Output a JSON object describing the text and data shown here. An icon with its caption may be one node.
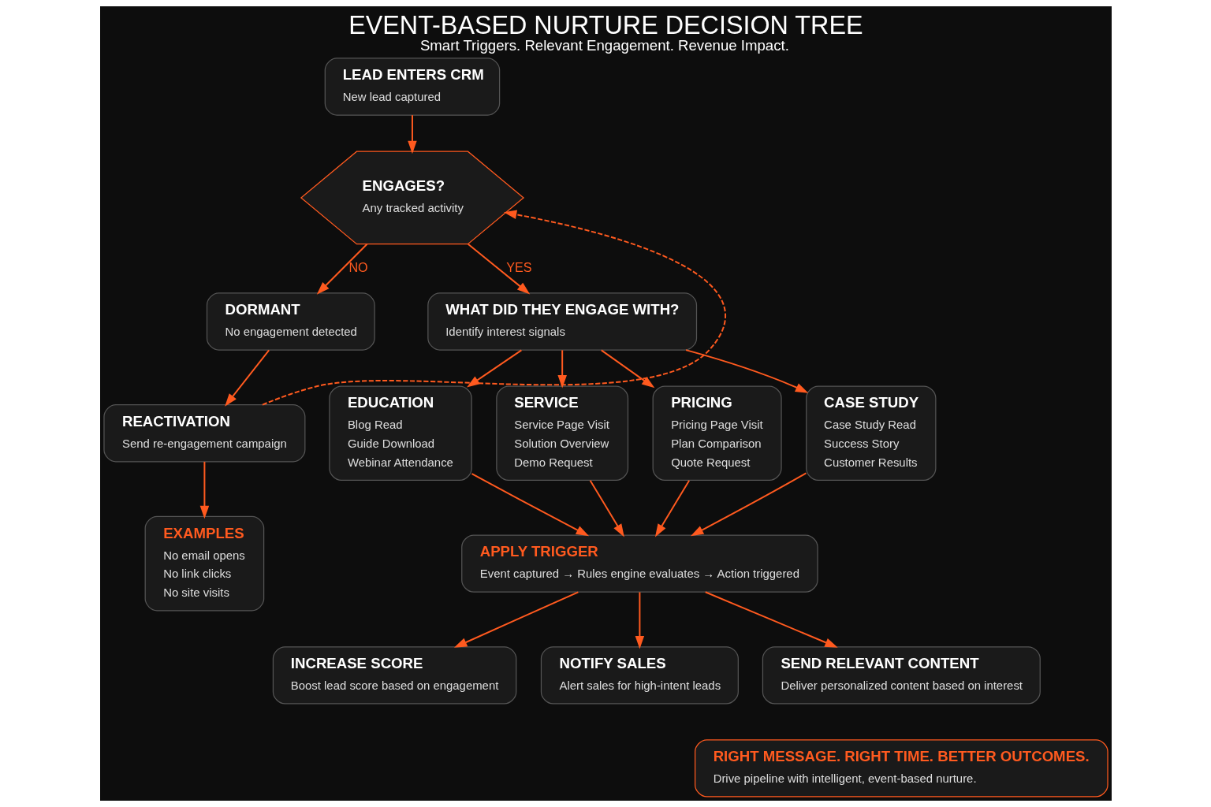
{
  "diagram": {
    "title": "EVENT-BASED NURTURE DECISION TREE",
    "caption": "Smart Triggers. Relevant Engagement. Revenue Impact.",
    "nodes": [
      {
        "text": [
          "LEAD ENTERS CRM",
          "New lead captured"
        ]
      },
      {
        "text": [
          "ENGAGES?",
          "Any tracked activity"
        ]
      },
      {
        "text": [
          "DORMANT",
          "No engagement detected"
        ]
      },
      {
        "text": [
          "REACTIVATION",
          "Send re-engagement campaign"
        ]
      },
      {
        "text": [
          "EXAMPLES",
          "No email opens",
          "No link clicks",
          "No site visits"
        ]
      },
      {
        "text": [
          "WHAT DID THEY ENGAGE WITH?",
          "Identify interest signals"
        ]
      },
      {
        "text": [
          "EDUCATION",
          "Blog Read",
          "Guide Download",
          "Webinar Attendance"
        ]
      },
      {
        "text": [
          "SERVICE",
          "Service Page Visit",
          "Solution Overview",
          "Demo Request"
        ]
      },
      {
        "text": [
          "PRICING",
          "Pricing Page Visit",
          "Plan Comparison",
          "Quote Request"
        ]
      },
      {
        "text": [
          "CASE STUDY",
          "Case Study Read",
          "Success Story",
          "Customer Results"
        ]
      },
      {
        "text": [
          "APPLY TRIGGER",
          "Event captured → Rules engine evaluates → Action triggered"
        ]
      },
      {
        "text": [
          "INCREASE SCORE",
          "Boost lead score based on engagement"
        ]
      },
      {
        "text": [
          "NOTIFY SALES",
          "Alert sales for high-intent leads"
        ]
      },
      {
        "text": [
          "SEND RELEVANT CONTENT",
          "Deliver personalized content based on interest"
        ]
      },
      {
        "text": [
          "RIGHT MESSAGE. RIGHT TIME. BETTER OUTCOMES.",
          "Drive pipeline with intelligent, event-based nurture."
        ]
      }
    ],
    "edges": [
      {
        "from": 0,
        "to": 1,
        "arrow": "to"
      },
      {
        "from": 1,
        "to": 2,
        "arrow": "to",
        "label": "NO"
      },
      {
        "from": 1,
        "to": 5,
        "arrow": "to",
        "label": "YES"
      },
      {
        "from": 2,
        "to": 3,
        "arrow": "to"
      },
      {
        "from": 3,
        "to": 4,
        "arrow": "to"
      },
      {
        "from": 3,
        "to": 1,
        "arrow": "to",
        "style": "dashed"
      },
      {
        "from": 5,
        "to": 6,
        "arrow": "to"
      },
      {
        "from": 5,
        "to": 7,
        "arrow": "to"
      },
      {
        "from": 5,
        "to": 8,
        "arrow": "to"
      },
      {
        "from": 5,
        "to": 9,
        "arrow": "to"
      },
      {
        "from": 6,
        "to": 10,
        "arrow": "to"
      },
      {
        "from": 7,
        "to": 10,
        "arrow": "to"
      },
      {
        "from": 8,
        "to": 10,
        "arrow": "to"
      },
      {
        "from": 9,
        "to": 10,
        "arrow": "to"
      },
      {
        "from": 10,
        "to": 11,
        "arrow": "to"
      },
      {
        "from": 10,
        "to": 12,
        "arrow": "to"
      },
      {
        "from": 10,
        "to": 13,
        "arrow": "to"
      }
    ]
  }
}
